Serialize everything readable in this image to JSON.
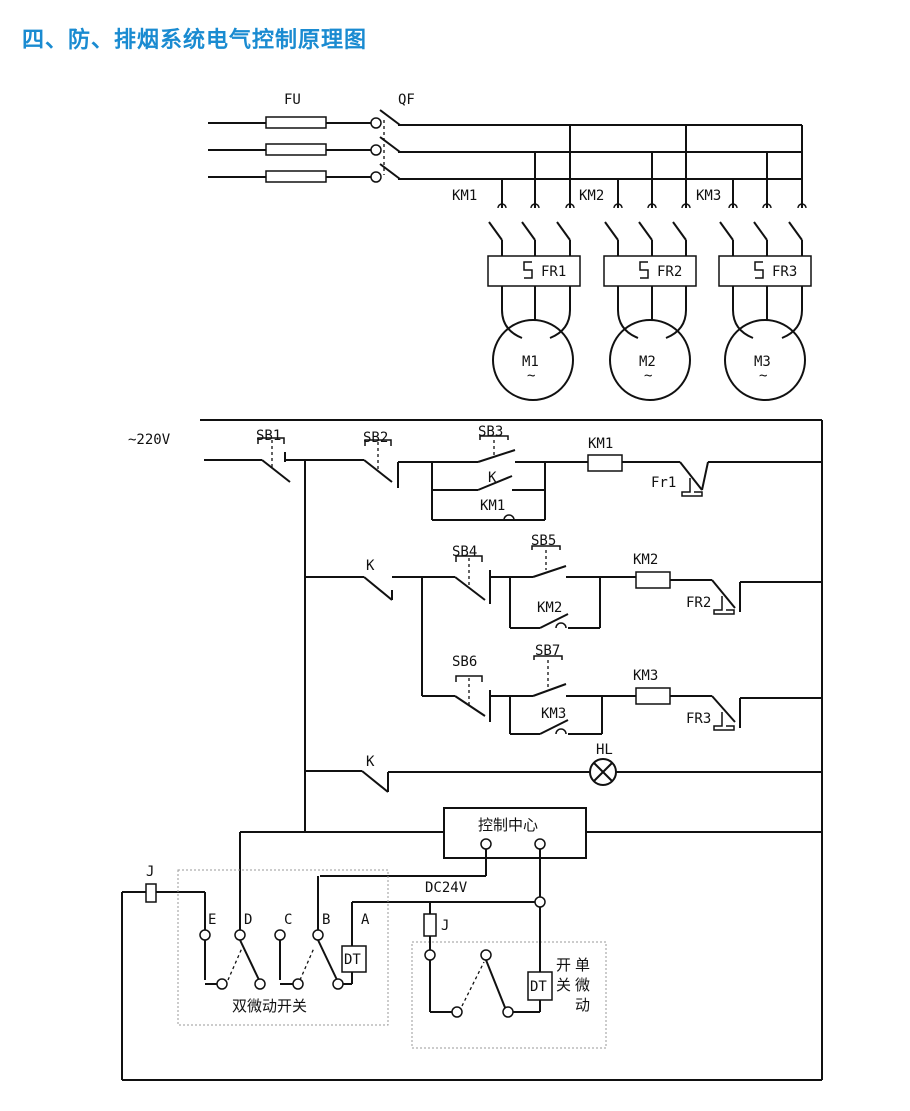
{
  "title": "四、防、排烟系统电气控制原理图",
  "power": {
    "fu": "FU",
    "qf": "QF"
  },
  "contactors": [
    "KM1",
    "KM2",
    "KM3"
  ],
  "relays": [
    "FR1",
    "FR2",
    "FR3"
  ],
  "motors": [
    {
      "name": "M1",
      "symbol": "~"
    },
    {
      "name": "M2",
      "symbol": "~"
    },
    {
      "name": "M3",
      "symbol": "~"
    }
  ],
  "control": {
    "supply": "~220V",
    "sb1": "SB1",
    "sb2": "SB2",
    "sb3": "SB3",
    "k": "K",
    "km1_coil": "KM1",
    "km1_aux": "KM1",
    "fr1": "Fr1",
    "row2_k": "K",
    "sb4": "SB4",
    "sb5": "SB5",
    "km2_aux": "KM2",
    "km2_coil": "KM2",
    "fr2": "FR2",
    "sb6": "SB6",
    "sb7": "SB7",
    "km3_aux": "KM3",
    "km3_coil": "KM3",
    "fr3": "FR3",
    "row4_k": "K",
    "hl": "HL"
  },
  "center": {
    "label": "控制中心",
    "dc": "DC24V"
  },
  "double_switch": {
    "j": "J",
    "terminals": [
      "E",
      "D",
      "C",
      "B",
      "A"
    ],
    "dt": "DT",
    "label": "双微动开关"
  },
  "single_switch": {
    "j": "J",
    "dt": "DT",
    "label_col1": "开关",
    "label_col2": "单微动"
  }
}
